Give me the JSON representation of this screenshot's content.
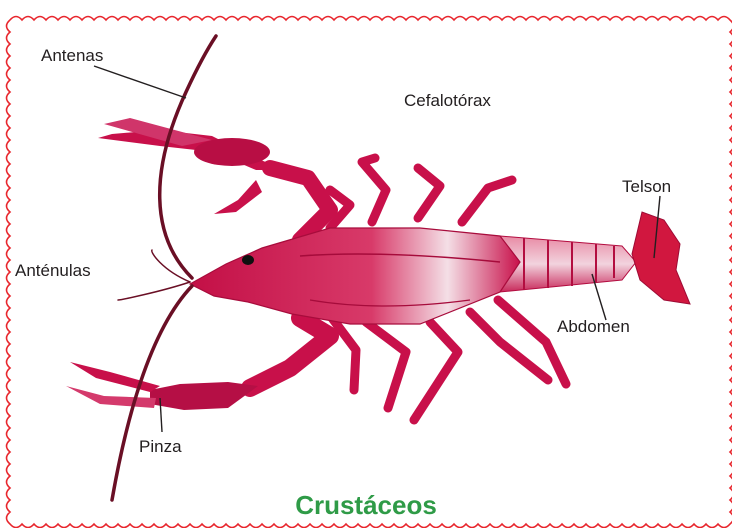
{
  "labels": {
    "antenas": "Antenas",
    "cefalotorax": "Cefalotórax",
    "telson": "Telson",
    "antenulas": "Anténulas",
    "abdomen": "Abdomen",
    "pinza": "Pinza"
  },
  "title": "Crustáceos",
  "colors": {
    "border": "#e8262d",
    "body": "#c8104a",
    "body_light": "#e56c8e",
    "highlight": "#f4dfe6",
    "antenna": "#6a0f25",
    "title": "#2f9b47",
    "text": "#231f20"
  }
}
